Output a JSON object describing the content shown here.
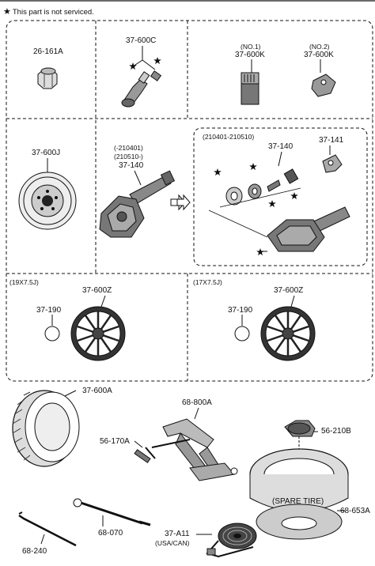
{
  "note": {
    "star": "★",
    "text": "This part is not serviced."
  },
  "labels": {
    "p26161a": "26-161A",
    "p37600c": "37-600C",
    "no1": "(NO.1)",
    "no1_part": "37-600K",
    "no2": "(NO.2)",
    "no2_part": "37-600K",
    "p37600j": "37-600J",
    "range_a1": "(-210401)",
    "range_a2": "(210510-)",
    "p37140_a": "37-140",
    "range_b": "(210401-210510)",
    "p37140_b": "37-140",
    "p37141": "37-141",
    "size_19": "(19X7.5J)",
    "p37600z_19": "37-600Z",
    "p37190_19": "37-190",
    "size_17": "(17X7.5J)",
    "p37600z_17": "37-600Z",
    "p37190_17": "37-190",
    "p37600a": "37-600A",
    "p68800a": "68-800A",
    "p56170a": "56-170A",
    "p56210b": "56-210B",
    "spare_tire": "(SPARE TIRE)",
    "p68653a": "68-653A",
    "p68070": "68-070",
    "p37a11": "37-A11",
    "usa_can": "(USA/CAN)",
    "p68240": "68-240"
  },
  "icons": {
    "star": "star-icon",
    "arrow": "double-arrow-icon"
  }
}
